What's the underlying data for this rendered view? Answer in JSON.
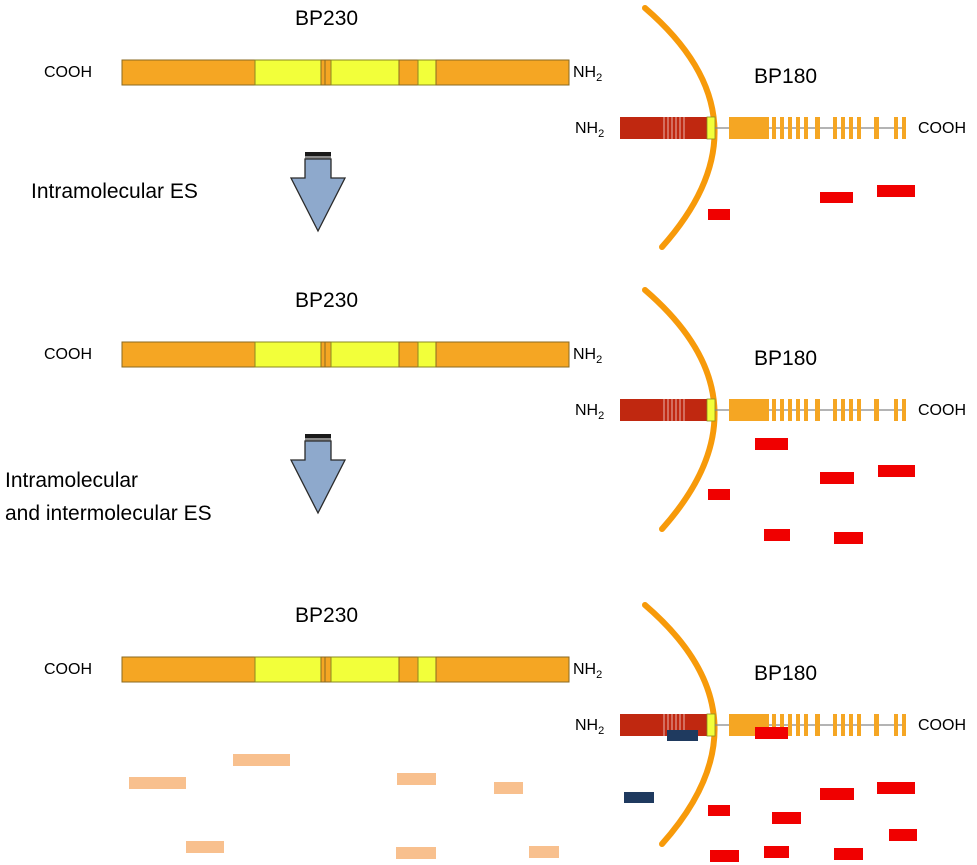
{
  "bp230_label": "BP230",
  "bp180_label": "BP180",
  "cooh_label": "COOH",
  "nh_label": "NH",
  "nh_subscript": "2",
  "step1_label": "Intramolecular ES",
  "step2_label_line1": "Intramolecular",
  "step2_label_line2": "and intermolecular ES",
  "colors": {
    "bp230_orange": "#F5A623",
    "bp230_yellow": "#F2FF3A",
    "bp180_dark_red": "#C02810",
    "bp180_orange": "#F5A623",
    "membrane": "#F79A0A",
    "arrow_fill": "#8EA9CC",
    "fragment_red": "#F00000",
    "fragment_peach": "#F8C08E",
    "fragment_navy": "#1F3A5F"
  },
  "arrow_icon": "down-arrow-icon"
}
